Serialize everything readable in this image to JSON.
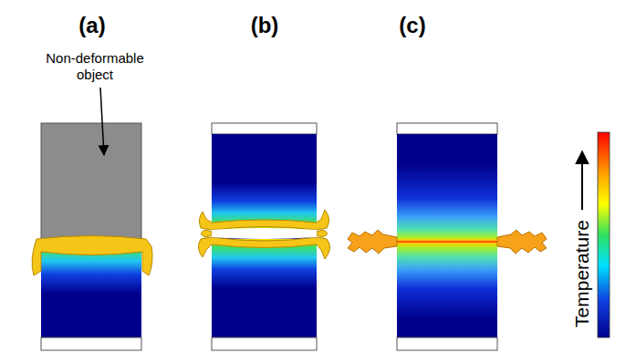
{
  "diagram": {
    "labels": [
      "(a)",
      "(b)",
      "(c)",
      "Non-deformable object",
      "Temperature"
    ]
  }
}
